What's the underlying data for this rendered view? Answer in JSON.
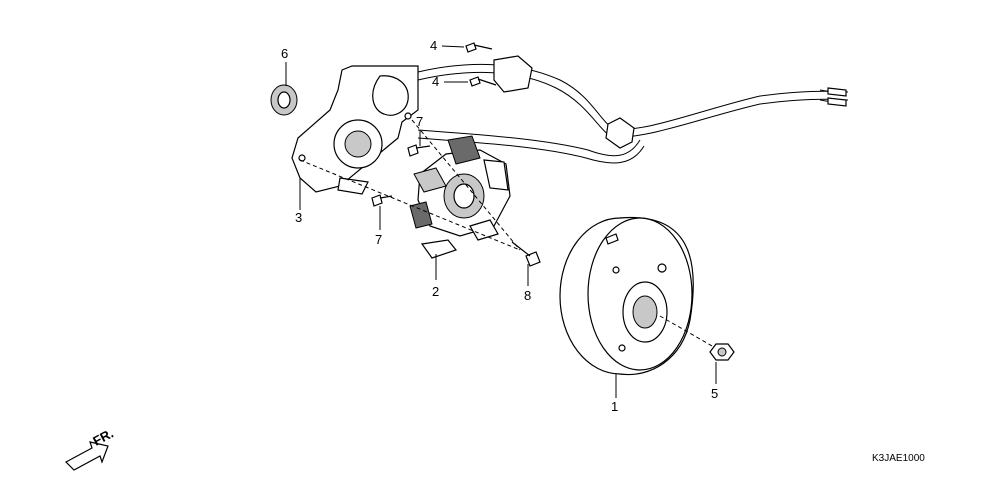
{
  "diagram": {
    "callouts": [
      {
        "id": "1",
        "text": "1"
      },
      {
        "id": "2",
        "text": "2"
      },
      {
        "id": "3",
        "text": "3"
      },
      {
        "id": "4a",
        "text": "4"
      },
      {
        "id": "4b",
        "text": "4"
      },
      {
        "id": "5",
        "text": "5"
      },
      {
        "id": "6",
        "text": "6"
      },
      {
        "id": "7a",
        "text": "7"
      },
      {
        "id": "7b",
        "text": "7"
      },
      {
        "id": "8",
        "text": "8"
      }
    ],
    "direction_label": "FR.",
    "diagram_code": "K3JAE1000"
  }
}
